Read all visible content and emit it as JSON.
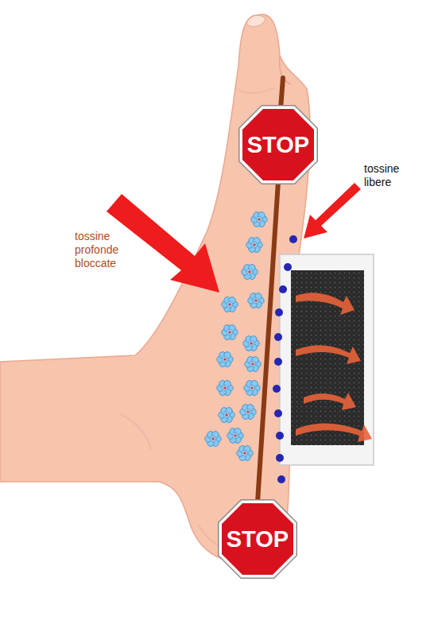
{
  "diagram": {
    "nodes": [
      {
        "text": [
          "STOP"
        ]
      },
      {
        "text": [
          "STOP"
        ]
      }
    ],
    "edges": [
      {
        "from": 0,
        "to": 1,
        "arrow": "none"
      }
    ],
    "labels": [
      "tossine profonde bloccate",
      "tossine libere"
    ]
  }
}
